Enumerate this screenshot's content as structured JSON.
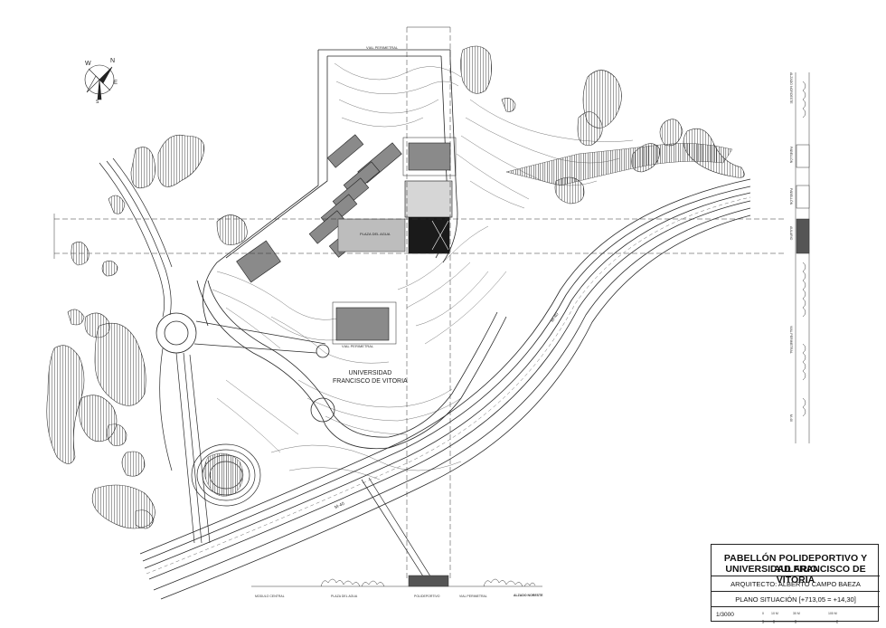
{
  "drawing": {
    "campus_label_line1": "UNIVERSIDAD",
    "campus_label_line2": "FRANCISCO DE VITORIA",
    "plaza_label": "PLAZA DEL AGUA",
    "highway_label": "M-40",
    "road_label_main": "VIAL PERIMETRAL",
    "road_label_top": "VIAL PERIMETRAL"
  },
  "elevation_labels": {
    "left_1": "MODULO CENTRAL",
    "left_2": "PLAZA DEL AGUA",
    "center": "POLIDEPORTIVO",
    "right_1": "VIAL PERIMETRAL",
    "right_bold": "ALZADO NORESTE",
    "side_top": "ALZADO NOROESTE",
    "side_1": "PABELLÓN",
    "side_2": "PABELLÓN",
    "side_3": "AULARIO",
    "side_4": "VIAL PERIMETRAL",
    "side_5": "M-40"
  },
  "compass": {
    "north": "N",
    "west": "W",
    "east": "E",
    "south": "S"
  },
  "title_block": {
    "line1": "PABELLÓN POLIDEPORTIVO Y AULARIO",
    "line2": "UNIVERSIDAD FRANCISCO DE VITORIA",
    "architect": "ARQUITECTO: ALBERTO CAMPO BAEZA",
    "plano": "PLANO SITUACIÓN  [+713,05 = +14,30]",
    "scale": "1/3000",
    "scale_ticks": [
      "0",
      "10 M",
      "30 M",
      "100 M"
    ]
  },
  "colors": {
    "line": "#2a2a2a",
    "vegetation_fill": "#6e6e6e",
    "new_building_fill": "#1a1a1a",
    "building_fill": "#8a8a8a",
    "paper": "#ffffff"
  }
}
